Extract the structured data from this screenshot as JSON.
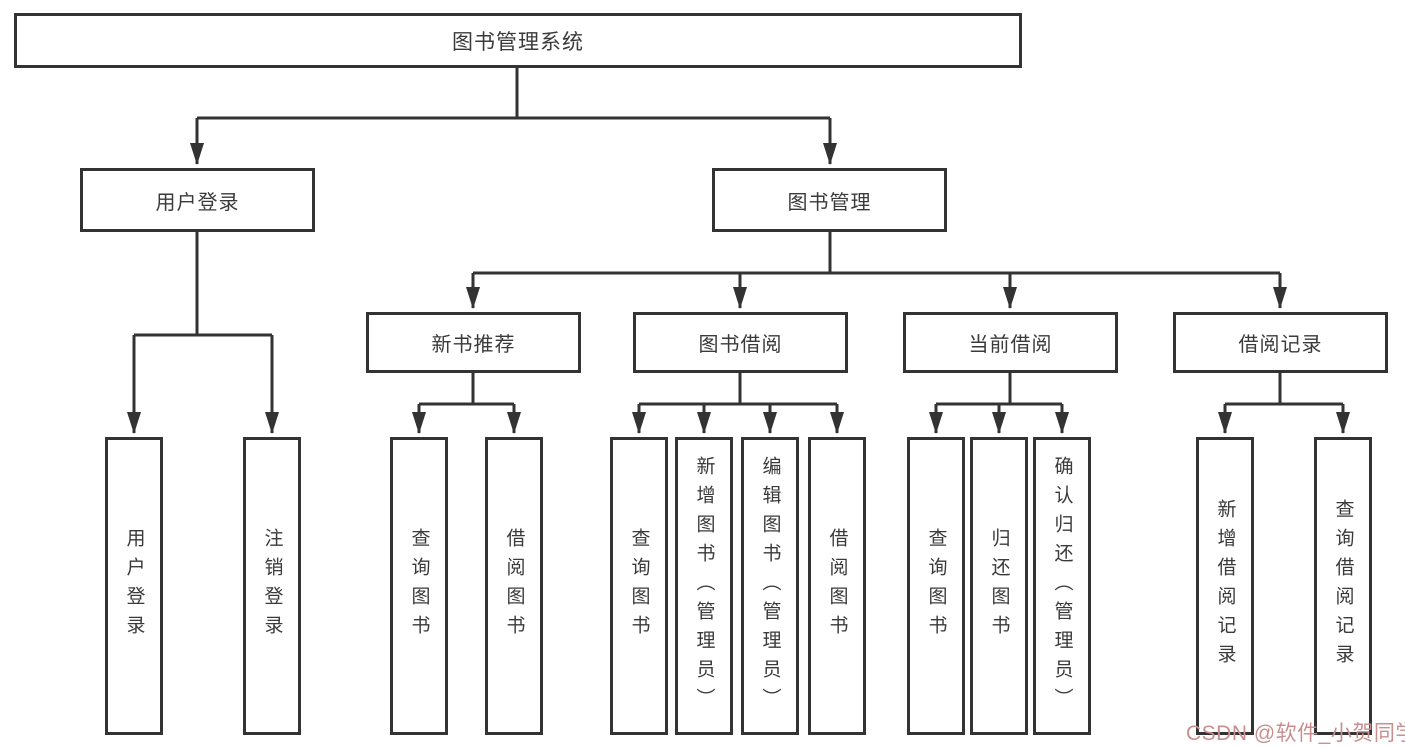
{
  "diagram_title": "图书管理系统",
  "tree": {
    "label": "图书管理系统",
    "children": [
      {
        "label": "用户登录",
        "children": [
          {
            "label": "用户登录"
          },
          {
            "label": "注销登录"
          }
        ]
      },
      {
        "label": "图书管理",
        "children": [
          {
            "label": "新书推荐",
            "children": [
              {
                "label": "查询图书"
              },
              {
                "label": "借阅图书"
              }
            ]
          },
          {
            "label": "图书借阅",
            "children": [
              {
                "label": "查询图书"
              },
              {
                "label": "新增图书（管理员）"
              },
              {
                "label": "编辑图书（管理员）"
              },
              {
                "label": "借阅图书"
              }
            ]
          },
          {
            "label": "当前借阅",
            "children": [
              {
                "label": "查询图书"
              },
              {
                "label": "归还图书"
              },
              {
                "label": "确认归还（管理员）"
              }
            ]
          },
          {
            "label": "借阅记录",
            "children": [
              {
                "label": "新增借阅记录"
              },
              {
                "label": "查询借阅记录"
              }
            ]
          }
        ]
      }
    ]
  },
  "watermark": {
    "text": "CSDN @软件_小贺同学",
    "color": "#c98f8f"
  },
  "colors": {
    "line": "#333333",
    "box_background": "#ffffff",
    "text": "#3a3a3a"
  }
}
